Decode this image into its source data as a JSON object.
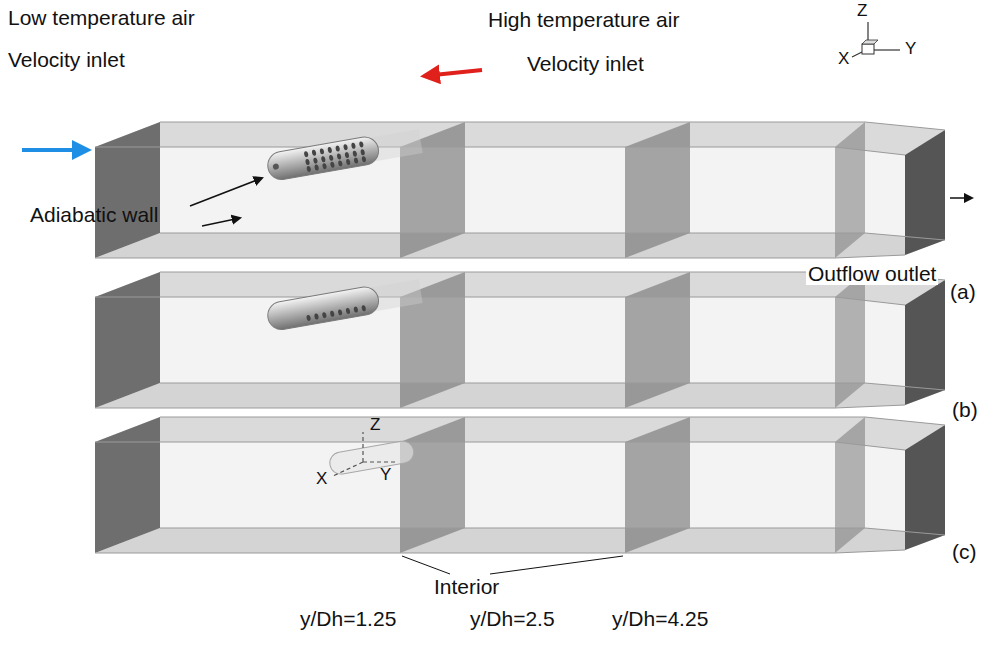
{
  "diagram": {
    "labels": [
      "Low temperature air",
      "High temperature air",
      "Z",
      "X",
      "Y",
      "Velocity inlet",
      "Velocity inlet",
      "Adiabatic wall",
      "Outflow outlet",
      "(a)",
      "(b)",
      "Z",
      "X",
      "Y",
      "(c)",
      "Interior",
      "y/Dh=1.25",
      "y/Dh=2.5",
      "y/Dh=4.25"
    ]
  }
}
